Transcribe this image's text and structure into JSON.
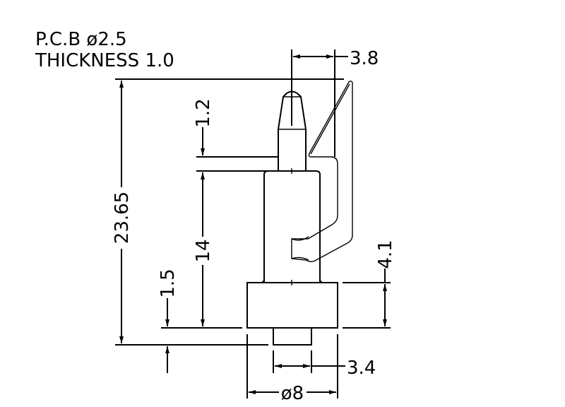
{
  "notes": {
    "line1": "P.C.B  ø2.5",
    "line2": "THICKNESS  1.0"
  },
  "dimensions": {
    "overall_height": "23.65",
    "tip_length": "1.2",
    "body_height": "14",
    "pcb_offset": "1.5",
    "flange_to_clip": "4.1",
    "clip_offset": "3.8",
    "stub_diameter": "3.4",
    "flange_diameter": "ø8"
  }
}
